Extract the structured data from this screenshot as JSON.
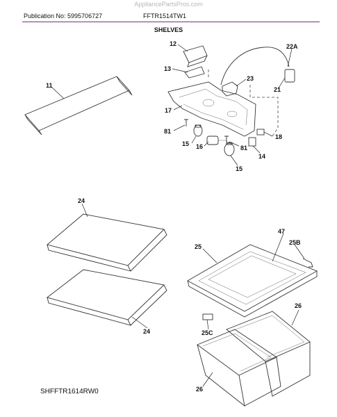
{
  "header": {
    "watermark": "AppliancePartsPros.com",
    "publication": "Publication No: 5995706727",
    "model": "FFTR1514TW1",
    "title": "SHELVES"
  },
  "callouts": {
    "c11": "11",
    "c12": "12",
    "c13": "13",
    "c14": "14",
    "c15a": "15",
    "c15b": "15",
    "c16": "16",
    "c17": "17",
    "c18": "18",
    "c21": "21",
    "c22a": "22A",
    "c23": "23",
    "c24a": "24",
    "c24b": "24",
    "c25": "25",
    "c25b": "25B",
    "c25c": "25C",
    "c26a": "26",
    "c26b": "26",
    "c47": "47",
    "c81a": "81",
    "c81b": "81"
  },
  "footer": {
    "diagram_code": "SHFFTR1614RW0"
  }
}
